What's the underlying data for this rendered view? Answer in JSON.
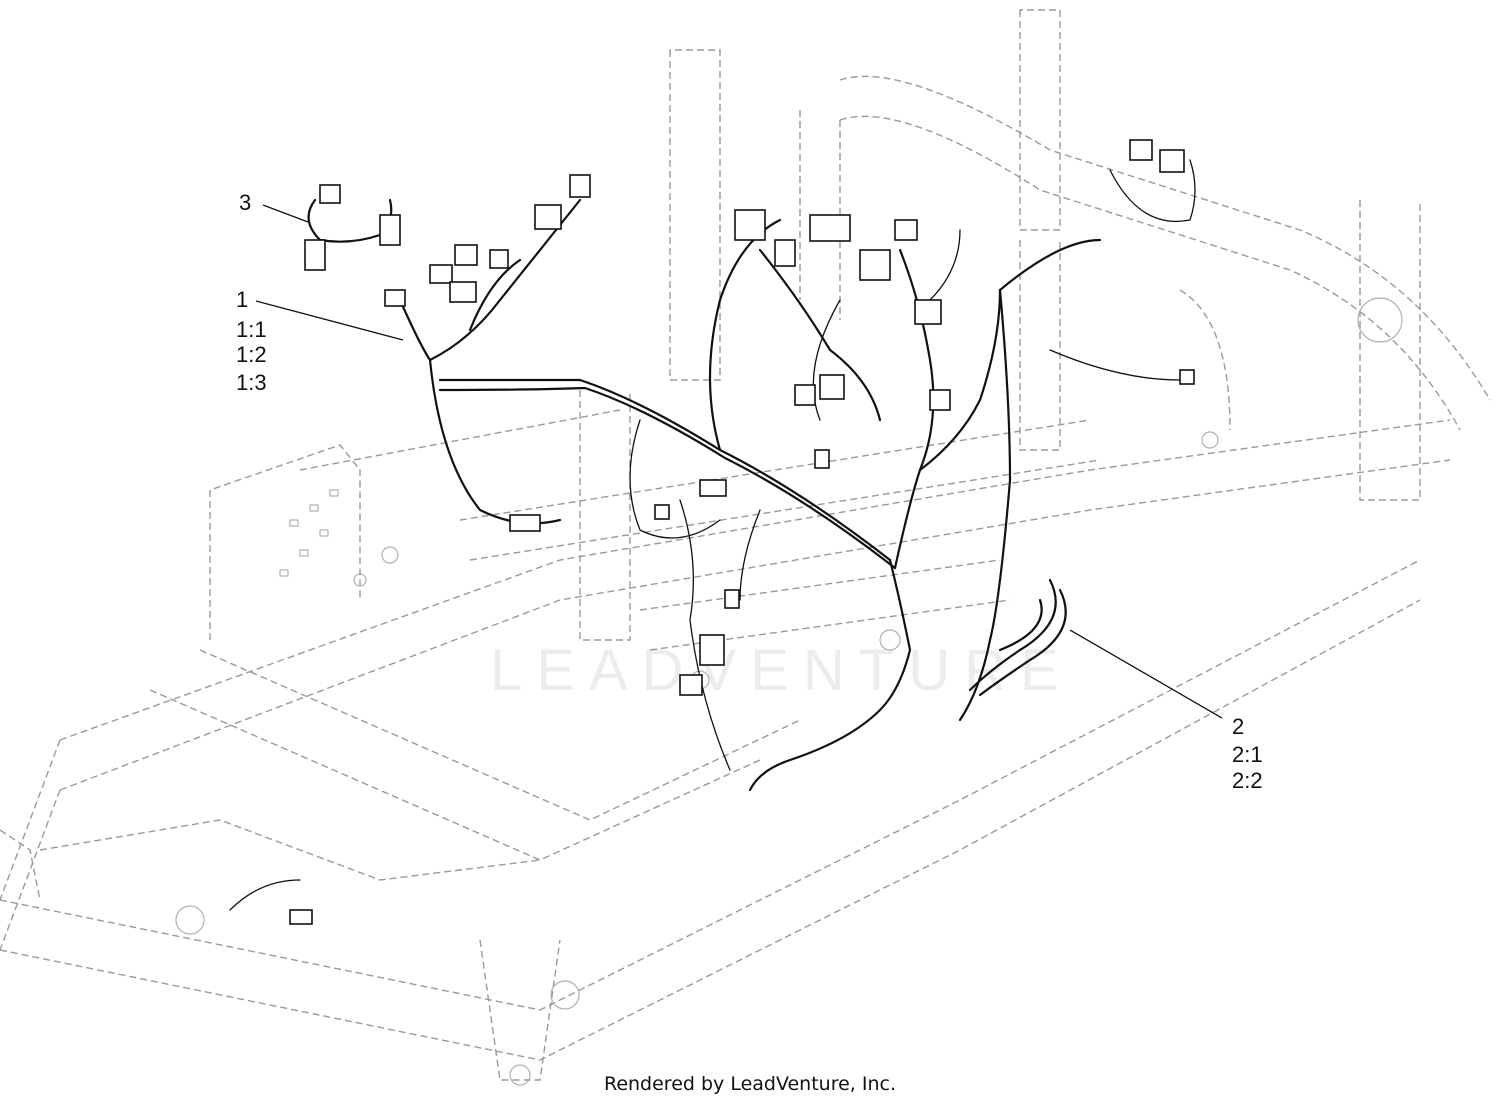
{
  "diagram": {
    "callouts": [
      {
        "id": "3",
        "lines": [
          "3"
        ]
      },
      {
        "id": "1",
        "lines": [
          "1",
          "1:1",
          "1:2",
          "1:3"
        ]
      },
      {
        "id": "2",
        "lines": [
          "2",
          "2:1",
          "2:2"
        ]
      }
    ],
    "watermark": "LEADVENTURE",
    "footer": "Rendered by LeadVenture, Inc."
  },
  "colors": {
    "line": "#111111",
    "frame": "#9a9a9a",
    "watermark": "#ececec"
  }
}
